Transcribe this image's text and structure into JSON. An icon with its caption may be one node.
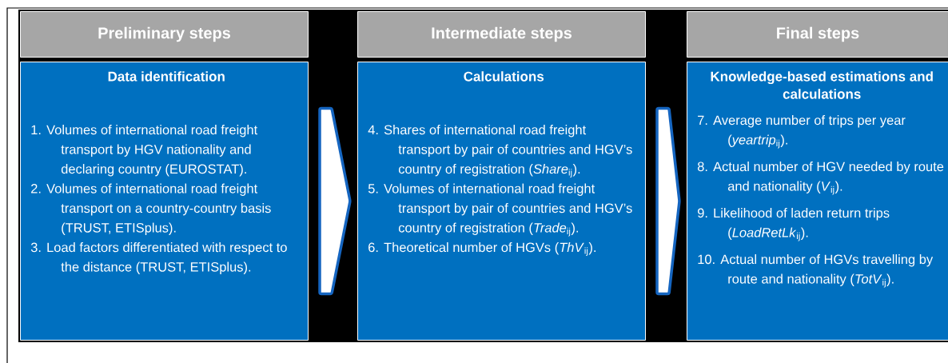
{
  "diagram": {
    "nodes": [
      {
        "text": [
          "Preliminary steps"
        ]
      },
      {
        "text": [
          "Data identification",
          "1. Volumes of international road freight transport by HGV nationality and declaring country (EUROSTAT).",
          "2. Volumes of international road freight transport on a country-country basis (TRUST, ETISplus).",
          "3. Load factors differentiated with respect to the distance (TRUST, ETISplus)."
        ]
      },
      {
        "text": [
          "Intermediate steps"
        ]
      },
      {
        "text": [
          "Calculations",
          "4. Shares of international road freight transport by pair of countries and HGV’s country of registration (*Share*$_{ij}$).",
          "5. Volumes of international road freight transport by pair of countries and HGV’s country of registration (*Trade*$_{ij}$).",
          "6. Theoretical number of HGVs (*ThV*$_{ij}$)."
        ]
      },
      {
        "text": [
          "Final steps"
        ]
      },
      {
        "text": [
          "Knowledge-based estimations and calculations",
          "7. Average number of trips per year (*yeartrip*$_{ij}$).",
          "8. Actual number of HGV needed by route and nationality (*V*$_{ij}$).",
          "9. Likelihood of laden return trips (*LoadRetLk*$_{ij}$).",
          "10. Actual number of HGVs travelling by route and nationality (*TotV*$_{ij}$)."
        ]
      }
    ],
    "edges": [
      {
        "from": 1,
        "to": 3,
        "arrow": "to"
      },
      {
        "from": 3,
        "to": 5,
        "arrow": "to"
      }
    ]
  }
}
